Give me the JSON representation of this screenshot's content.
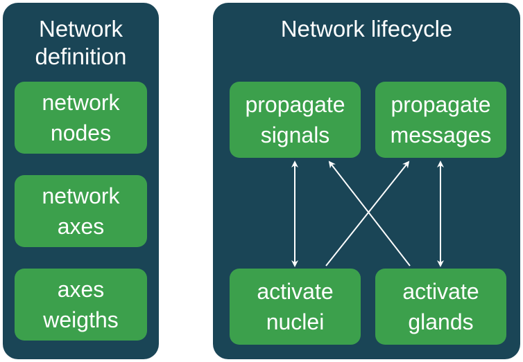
{
  "left_panel": {
    "title_lines": [
      "Network",
      "definition"
    ],
    "nodes": [
      {
        "lines": [
          "network",
          "nodes"
        ]
      },
      {
        "lines": [
          "network",
          "axes"
        ]
      },
      {
        "lines": [
          "axes",
          "weigths"
        ]
      }
    ]
  },
  "right_panel": {
    "title": "Network lifecycle",
    "nodes": {
      "propagate_signals": {
        "lines": [
          "propagate",
          "signals"
        ]
      },
      "propagate_messages": {
        "lines": [
          "propagate",
          "messages"
        ]
      },
      "activate_nuclei": {
        "lines": [
          "activate",
          "nuclei"
        ]
      },
      "activate_glands": {
        "lines": [
          "activate",
          "glands"
        ]
      }
    }
  },
  "edges": [
    {
      "from": "activate_nuclei",
      "to": "propagate_signals",
      "bidirectional": true
    },
    {
      "from": "activate_glands",
      "to": "propagate_messages",
      "bidirectional": true
    },
    {
      "from": "activate_nuclei",
      "to": "propagate_messages",
      "bidirectional": false
    },
    {
      "from": "activate_glands",
      "to": "propagate_signals",
      "bidirectional": false
    }
  ],
  "colors": {
    "panel": "#1a4556",
    "node": "#3ca04c",
    "text": "#ffffff",
    "arrow": "#ffffff",
    "background": "#ffffff"
  }
}
